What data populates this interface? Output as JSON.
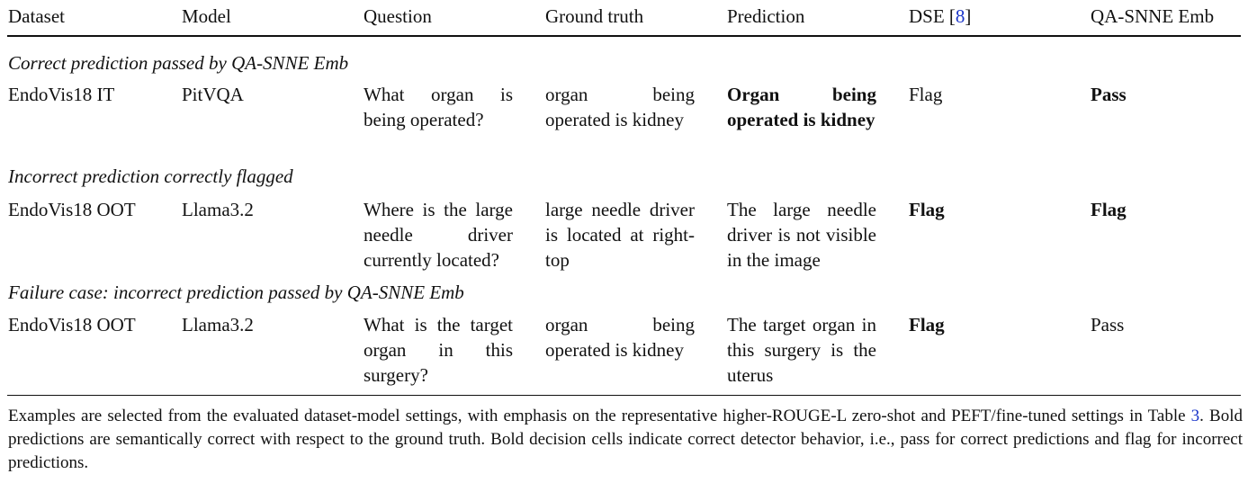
{
  "table": {
    "headers": {
      "dataset": "Dataset",
      "model": "Model",
      "question": "Question",
      "ground_truth": "Ground truth",
      "prediction": "Prediction",
      "dse_label": "DSE [",
      "dse_ref": "8",
      "dse_close": "]",
      "qa_snne": "QA-SNNE Emb"
    },
    "sections": [
      {
        "title": "Correct prediction passed by QA-SNNE Emb",
        "row": {
          "dataset": "EndoVis18 IT",
          "model": "PitVQA",
          "question": "What organ is being operated?",
          "ground_truth": "organ being operated is kidney",
          "prediction": "Organ being operated is kidney",
          "dse": "Flag",
          "qa_snne": "Pass"
        }
      },
      {
        "title": "Incorrect prediction correctly flagged",
        "row": {
          "dataset": "EndoVis18 OOT",
          "model": "Llama3.2",
          "question": "Where is the large needle driver currently located?",
          "ground_truth": "large needle driver is located at right-top",
          "prediction": "The large needle driver is not visible in the image",
          "dse": "Flag",
          "qa_snne": "Flag"
        }
      },
      {
        "title": "Failure case: incorrect prediction passed by QA-SNNE Emb",
        "row": {
          "dataset": "EndoVis18 OOT",
          "model": "Llama3.2",
          "question": "What is the target organ in this surgery?",
          "ground_truth": "organ being operated is kidney",
          "prediction": "The target organ in this surgery is the uterus",
          "dse": "Flag",
          "qa_snne": "Pass"
        }
      }
    ]
  },
  "footnote": {
    "part1": "Examples are selected from the evaluated dataset-model settings, with emphasis on the representative higher-ROUGE-L zero-shot and PEFT/fine-tuned settings in Table ",
    "table_ref": "3",
    "part2": ". Bold predictions are semantically correct with respect to the ground truth. Bold decision cells indicate correct detector behavior, i.e., pass for correct predictions and flag for incorrect predictions."
  }
}
